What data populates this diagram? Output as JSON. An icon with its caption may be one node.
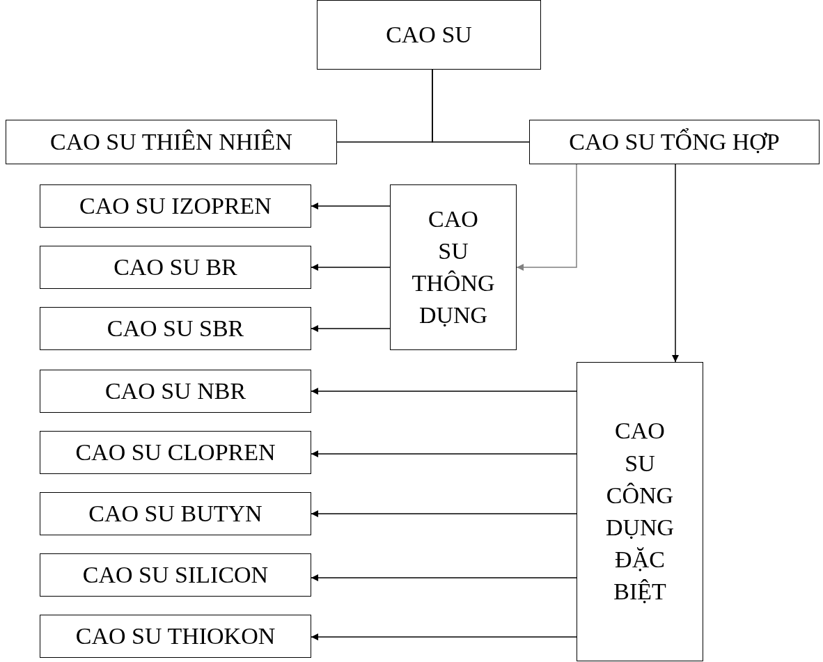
{
  "diagram": {
    "nodes": [
      {
        "text": [
          "CAO SU"
        ]
      },
      {
        "text": [
          "CAO SU THIÊN NHIÊN"
        ]
      },
      {
        "text": [
          "CAO SU TỔNG HỢP"
        ]
      },
      {
        "text": [
          "CAO SU IZOPREN"
        ]
      },
      {
        "text": [
          "CAO SU BR"
        ]
      },
      {
        "text": [
          "CAO SU SBR"
        ]
      },
      {
        "text": [
          "CAO SU THÔNG DỤNG"
        ]
      },
      {
        "text": [
          "CAO SU NBR"
        ]
      },
      {
        "text": [
          "CAO SU CLOPREN"
        ]
      },
      {
        "text": [
          "CAO SU BUTYN"
        ]
      },
      {
        "text": [
          "CAO SU SILICON"
        ]
      },
      {
        "text": [
          "CAO SU THIOKON"
        ]
      },
      {
        "text": [
          "CAO SU CÔNG DỤNG ĐẶC BIỆT"
        ]
      }
    ],
    "edges": [
      {
        "from": 0,
        "to": 1,
        "arrow": "none"
      },
      {
        "from": 0,
        "to": 2,
        "arrow": "none"
      },
      {
        "from": 2,
        "to": 6,
        "arrow": "to",
        "color": "#808080"
      },
      {
        "from": 2,
        "to": 12,
        "arrow": "to"
      },
      {
        "from": 6,
        "to": 3,
        "arrow": "to"
      },
      {
        "from": 6,
        "to": 4,
        "arrow": "to"
      },
      {
        "from": 6,
        "to": 5,
        "arrow": "to"
      },
      {
        "from": 12,
        "to": 7,
        "arrow": "to"
      },
      {
        "from": 12,
        "to": 8,
        "arrow": "to"
      },
      {
        "from": 12,
        "to": 9,
        "arrow": "to"
      },
      {
        "from": 12,
        "to": 10,
        "arrow": "to"
      },
      {
        "from": 12,
        "to": 11,
        "arrow": "to"
      }
    ]
  }
}
